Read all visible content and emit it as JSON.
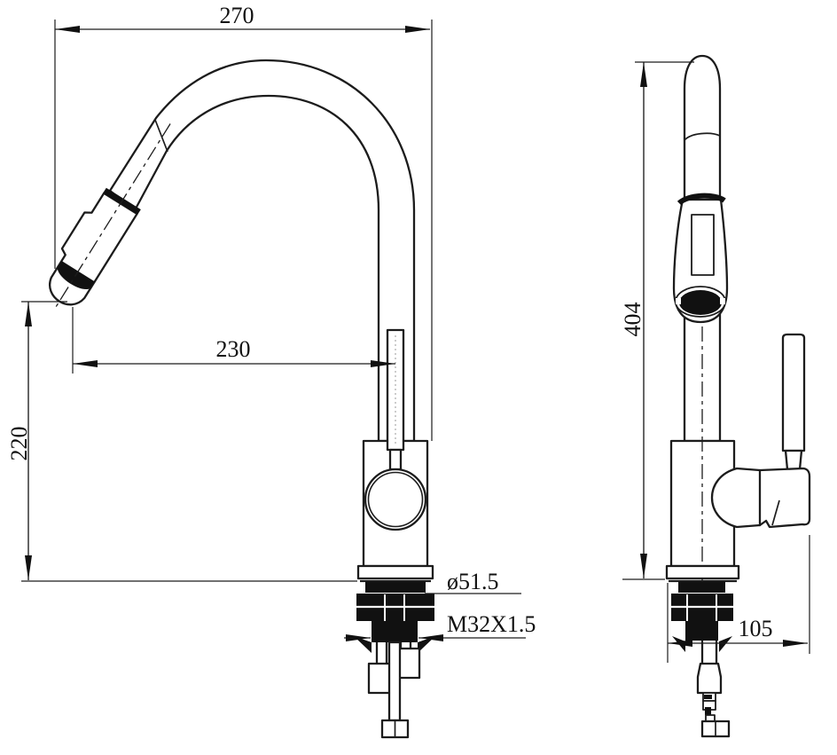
{
  "drawing": {
    "background": "#ffffff",
    "line_color": "#1c1c1c",
    "views": {
      "front": {
        "dims": {
          "spout_span": "270",
          "spout_reach": "230",
          "tip_height": "220",
          "base_diameter": "ø51.5",
          "shank_thread": "M32X1.5"
        }
      },
      "side": {
        "dims": {
          "overall_height": "404",
          "base_depth": "105"
        }
      }
    }
  }
}
